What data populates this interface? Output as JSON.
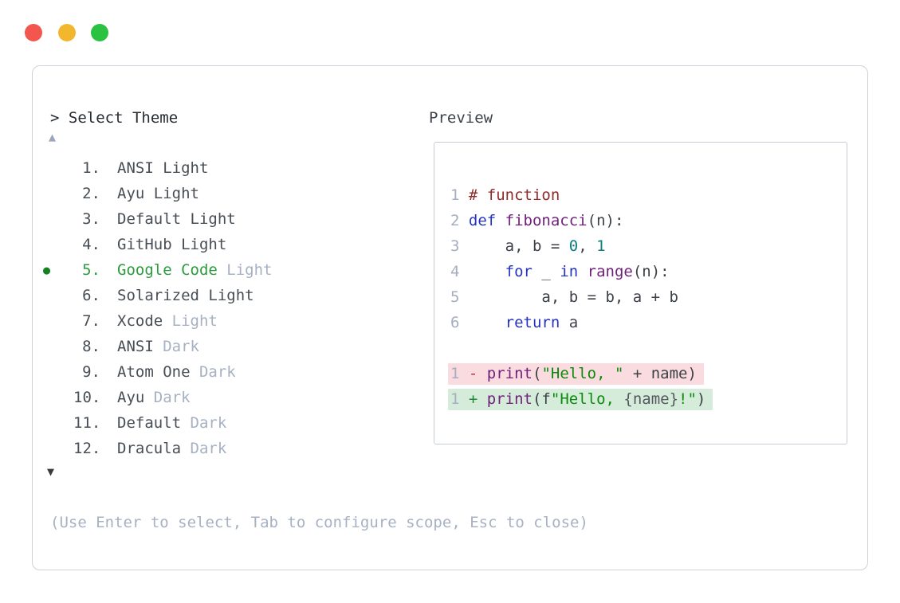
{
  "window": {
    "traffic_light_colors": {
      "red": "#f3564f",
      "yellow": "#f3b72e",
      "green": "#2bc242"
    }
  },
  "palette": {
    "df": "#3c4147",
    "cm": "#8f2b2b",
    "kw": "#2433c2",
    "fn": "#71207c",
    "nm": "#0d7d7e",
    "st": "#0b8a0b",
    "sb": "#55595f",
    "mi": "#c62f2f",
    "pl": "#1d8a35",
    "ln": "#a4aec0",
    "dim": "#a6b1c2",
    "selected_green": "#2b9c3e",
    "bullet_green": "#168023",
    "removed_bg": "#fadbe0",
    "added_bg": "#d5ecdb"
  },
  "selector": {
    "prompt": "> Select Theme",
    "scroll_up_icon": "▲",
    "scroll_down_icon": "▼",
    "bullet_icon": "●",
    "items": [
      {
        "num": "1.",
        "name": "ANSI Light"
      },
      {
        "num": "2.",
        "name": "Ayu Light"
      },
      {
        "num": "3.",
        "name": "Default Light"
      },
      {
        "num": "4.",
        "name": "GitHub Light"
      },
      {
        "num": "5.",
        "name": "Google Code",
        "suffix": "Light",
        "selected": true
      },
      {
        "num": "6.",
        "name": "Solarized Light"
      },
      {
        "num": "7.",
        "name": "Xcode",
        "suffix": "Light"
      },
      {
        "num": "8.",
        "name": "ANSI",
        "suffix": "Dark"
      },
      {
        "num": "9.",
        "name": "Atom One",
        "suffix": "Dark"
      },
      {
        "num": "10.",
        "name": "Ayu",
        "suffix": "Dark"
      },
      {
        "num": "11.",
        "name": "Default",
        "suffix": "Dark"
      },
      {
        "num": "12.",
        "name": "Dracula",
        "suffix": "Dark"
      }
    ],
    "help": "(Use Enter to select, Tab to configure scope, Esc to close)"
  },
  "preview": {
    "title": "Preview",
    "code_rows": [
      {
        "n": "1",
        "segs": [
          [
            "cm",
            "# function"
          ]
        ]
      },
      {
        "n": "2",
        "segs": [
          [
            "kw",
            "def"
          ],
          [
            "df",
            " "
          ],
          [
            "fn",
            "fibonacci"
          ],
          [
            "df",
            "(n):"
          ]
        ]
      },
      {
        "n": "3",
        "segs": [
          [
            "df",
            "    a, b = "
          ],
          [
            "nm",
            "0"
          ],
          [
            "df",
            ", "
          ],
          [
            "nm",
            "1"
          ]
        ]
      },
      {
        "n": "4",
        "segs": [
          [
            "df",
            "    "
          ],
          [
            "kw",
            "for"
          ],
          [
            "df",
            " _ "
          ],
          [
            "kw",
            "in"
          ],
          [
            "df",
            " "
          ],
          [
            "fn",
            "range"
          ],
          [
            "df",
            "(n):"
          ]
        ]
      },
      {
        "n": "5",
        "segs": [
          [
            "df",
            "        a, b = b, a + b"
          ]
        ]
      },
      {
        "n": "6",
        "segs": [
          [
            "df",
            "    "
          ],
          [
            "kw",
            "return"
          ],
          [
            "df",
            " a"
          ]
        ]
      },
      {
        "type": "blank"
      },
      {
        "n": "1",
        "type": "removed",
        "segs": [
          [
            "mi",
            "- "
          ],
          [
            "fn",
            "print"
          ],
          [
            "df",
            "("
          ],
          [
            "st",
            "\"Hello, \""
          ],
          [
            "df",
            " + name)"
          ]
        ]
      },
      {
        "n": "1",
        "type": "added",
        "segs": [
          [
            "pl",
            "+ "
          ],
          [
            "fn",
            "print"
          ],
          [
            "df",
            "(f"
          ],
          [
            "st",
            "\"Hello, "
          ],
          [
            "sb",
            "{name}"
          ],
          [
            "st",
            "!\""
          ],
          [
            "df",
            ")"
          ]
        ]
      }
    ]
  }
}
